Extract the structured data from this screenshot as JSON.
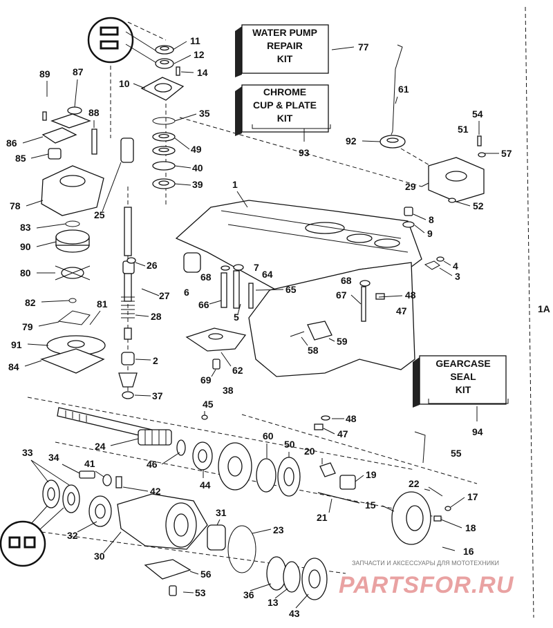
{
  "kits": {
    "water_pump": {
      "lines": [
        "WATER PUMP",
        "REPAIR",
        "KIT"
      ],
      "ref": "77"
    },
    "chrome_cup": {
      "lines": [
        "CHROME",
        "CUP & PLATE",
        "KIT"
      ],
      "ref": "93"
    },
    "gearcase_seal": {
      "lines": [
        "GEARCASE",
        "SEAL",
        "KIT"
      ],
      "ref": "94"
    }
  },
  "figure_code": "1A",
  "watermark": {
    "caption": "ЗАПЧАСТИ И АКСЕССУАРЫ ДЛЯ МОТОТЕХНИКИ",
    "brand": "PARTSFOR.RU"
  },
  "labels": {
    "l11": "11",
    "l12": "12",
    "l14": "14",
    "l10": "10",
    "l89": "89",
    "l87": "87",
    "l88": "88",
    "l86": "86",
    "l85": "85",
    "l35": "35",
    "l49": "49",
    "l40": "40",
    "l39": "39",
    "l78": "78",
    "l25": "25",
    "l83": "83",
    "l90": "90",
    "l26": "26",
    "l80": "80",
    "l27": "27",
    "l82": "82",
    "l81": "81",
    "l28": "28",
    "l79": "79",
    "l91": "91",
    "l84": "84",
    "l2": "2",
    "l37": "37",
    "l1": "1",
    "l61": "61",
    "l92": "92",
    "l54": "54",
    "l51": "51",
    "l57": "57",
    "l29": "29",
    "l52": "52",
    "l8": "8",
    "l9": "9",
    "l4": "4",
    "l3": "3",
    "l7": "7",
    "l68a": "68",
    "l64": "64",
    "l6": "6",
    "l65": "65",
    "l68b": "68",
    "l48a": "48",
    "l66": "66",
    "l67": "67",
    "l47a": "47",
    "l5": "5",
    "l58": "58",
    "l59": "59",
    "l62": "62",
    "l69": "69",
    "l38": "38",
    "l48b": "48",
    "l47b": "47",
    "l45": "45",
    "l60": "60",
    "l50": "50",
    "l55": "55",
    "l24": "24",
    "l46": "46",
    "l44": "44",
    "l20": "20",
    "l19": "19",
    "l33": "33",
    "l34": "34",
    "l41": "41",
    "l42": "42",
    "l22": "22",
    "l17": "17",
    "l15": "15",
    "l21": "21",
    "l18": "18",
    "l31": "31",
    "l23": "23",
    "l32": "32",
    "l30": "30",
    "l16": "16",
    "l56": "56",
    "l36": "36",
    "l13": "13",
    "l53": "53",
    "l43": "43"
  }
}
